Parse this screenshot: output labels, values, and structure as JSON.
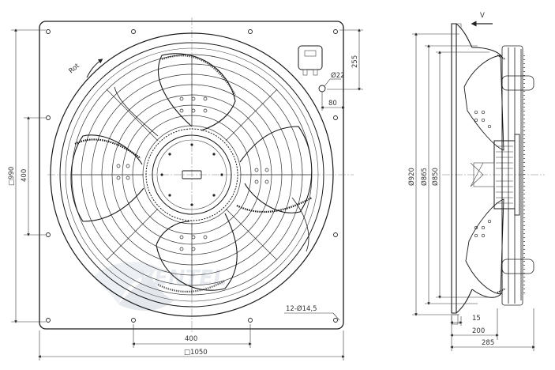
{
  "front_view": {
    "rotation_label": "Rot",
    "watermark": "VENTEL",
    "dimensions": {
      "overall_width": "□1050",
      "overall_height": "□990",
      "bolt_spacing_h": "400",
      "bolt_spacing_v": "400",
      "box_offset": "255",
      "box_width": "80",
      "cable_gland": "Ø22",
      "holes": "12-Ø14,5"
    }
  },
  "side_view": {
    "airflow_label": "V",
    "dimensions": {
      "d_outer": "Ø920",
      "d_guard": "Ø865",
      "d_blade": "Ø850",
      "depth_flange": "15",
      "depth_mid": "200",
      "depth_total": "285"
    }
  },
  "colors": {
    "line": "#1a1a1a",
    "dim_text": "#333333",
    "watermark": "#d5dbe5",
    "background": "#ffffff"
  }
}
